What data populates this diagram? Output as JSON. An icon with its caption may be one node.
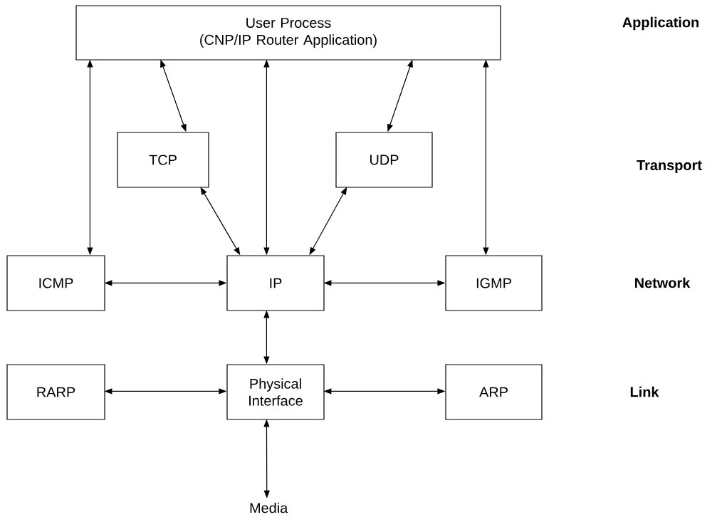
{
  "diagram": {
    "nodes": [
      {
        "text": [
          "User Process",
          "(CNP/IP Router Application)"
        ]
      },
      {
        "text": [
          "TCP"
        ]
      },
      {
        "text": [
          "UDP"
        ]
      },
      {
        "text": [
          "ICMP"
        ]
      },
      {
        "text": [
          "IP"
        ]
      },
      {
        "text": [
          "IGMP"
        ]
      },
      {
        "text": [
          "RARP"
        ]
      },
      {
        "text": [
          "Physical Interface"
        ]
      },
      {
        "text": [
          "ARP"
        ]
      },
      {
        "text": [
          "Media"
        ]
      }
    ],
    "edges": [
      {
        "from": 0,
        "to": 3,
        "arrow": "both"
      },
      {
        "from": 0,
        "to": 1,
        "arrow": "both"
      },
      {
        "from": 0,
        "to": 4,
        "arrow": "both"
      },
      {
        "from": 0,
        "to": 2,
        "arrow": "both"
      },
      {
        "from": 0,
        "to": 5,
        "arrow": "both"
      },
      {
        "from": 1,
        "to": 4,
        "arrow": "both"
      },
      {
        "from": 2,
        "to": 4,
        "arrow": "both"
      },
      {
        "from": 3,
        "to": 4,
        "arrow": "both"
      },
      {
        "from": 4,
        "to": 5,
        "arrow": "both"
      },
      {
        "from": 4,
        "to": 7,
        "arrow": "both"
      },
      {
        "from": 6,
        "to": 7,
        "arrow": "both"
      },
      {
        "from": 7,
        "to": 8,
        "arrow": "both"
      },
      {
        "from": 7,
        "to": 9,
        "arrow": "both"
      }
    ],
    "labels": [
      "Application",
      "Transport",
      "Network",
      "Link"
    ]
  }
}
